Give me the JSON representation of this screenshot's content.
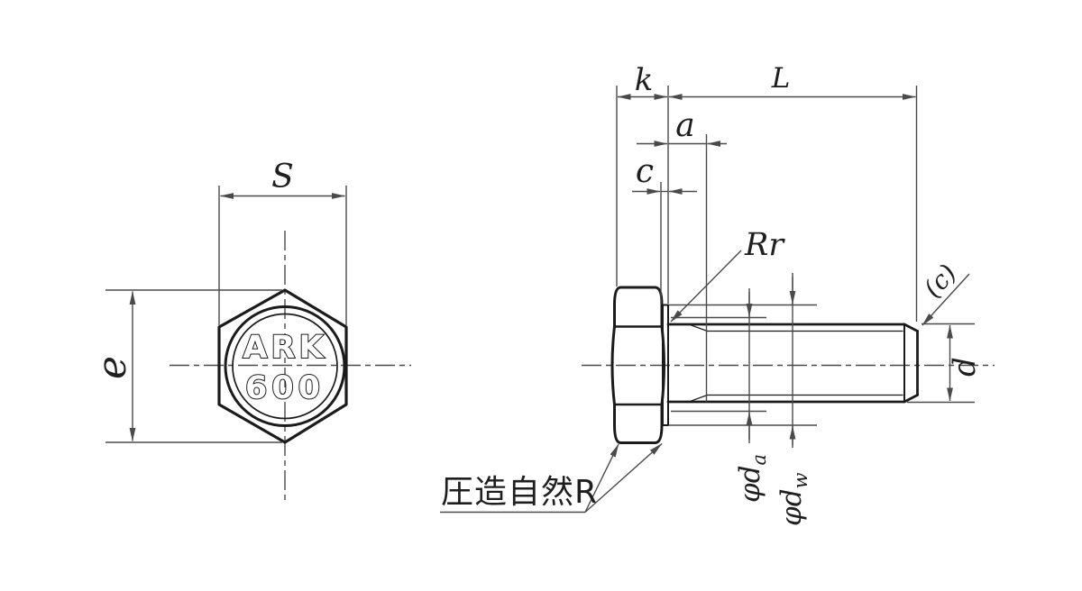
{
  "drawing": {
    "type": "hex-bolt-technical-drawing",
    "colors": {
      "outline": "#1b1b1b",
      "dimension": "#4a4a4a",
      "text": "#1f1f1f",
      "background": "#ffffff"
    },
    "front_view": {
      "marking_line1": "ARK",
      "marking_line2": "600",
      "dim_width_across_flats": "S",
      "dim_width_across_corners": "e"
    },
    "side_view": {
      "dim_head_height": "k",
      "dim_length": "L",
      "dim_thread_runout": "a",
      "dim_washer_face_thickness": "c",
      "label_under_head_fillet": "Rr",
      "label_point_chamfer": "(c)",
      "dim_thread_diameter": "d",
      "dia_prefix": "φd",
      "dia_fillet_sub": "a",
      "dia_washer_sub": "w",
      "note_forged_fillet": "圧造自然R"
    }
  }
}
